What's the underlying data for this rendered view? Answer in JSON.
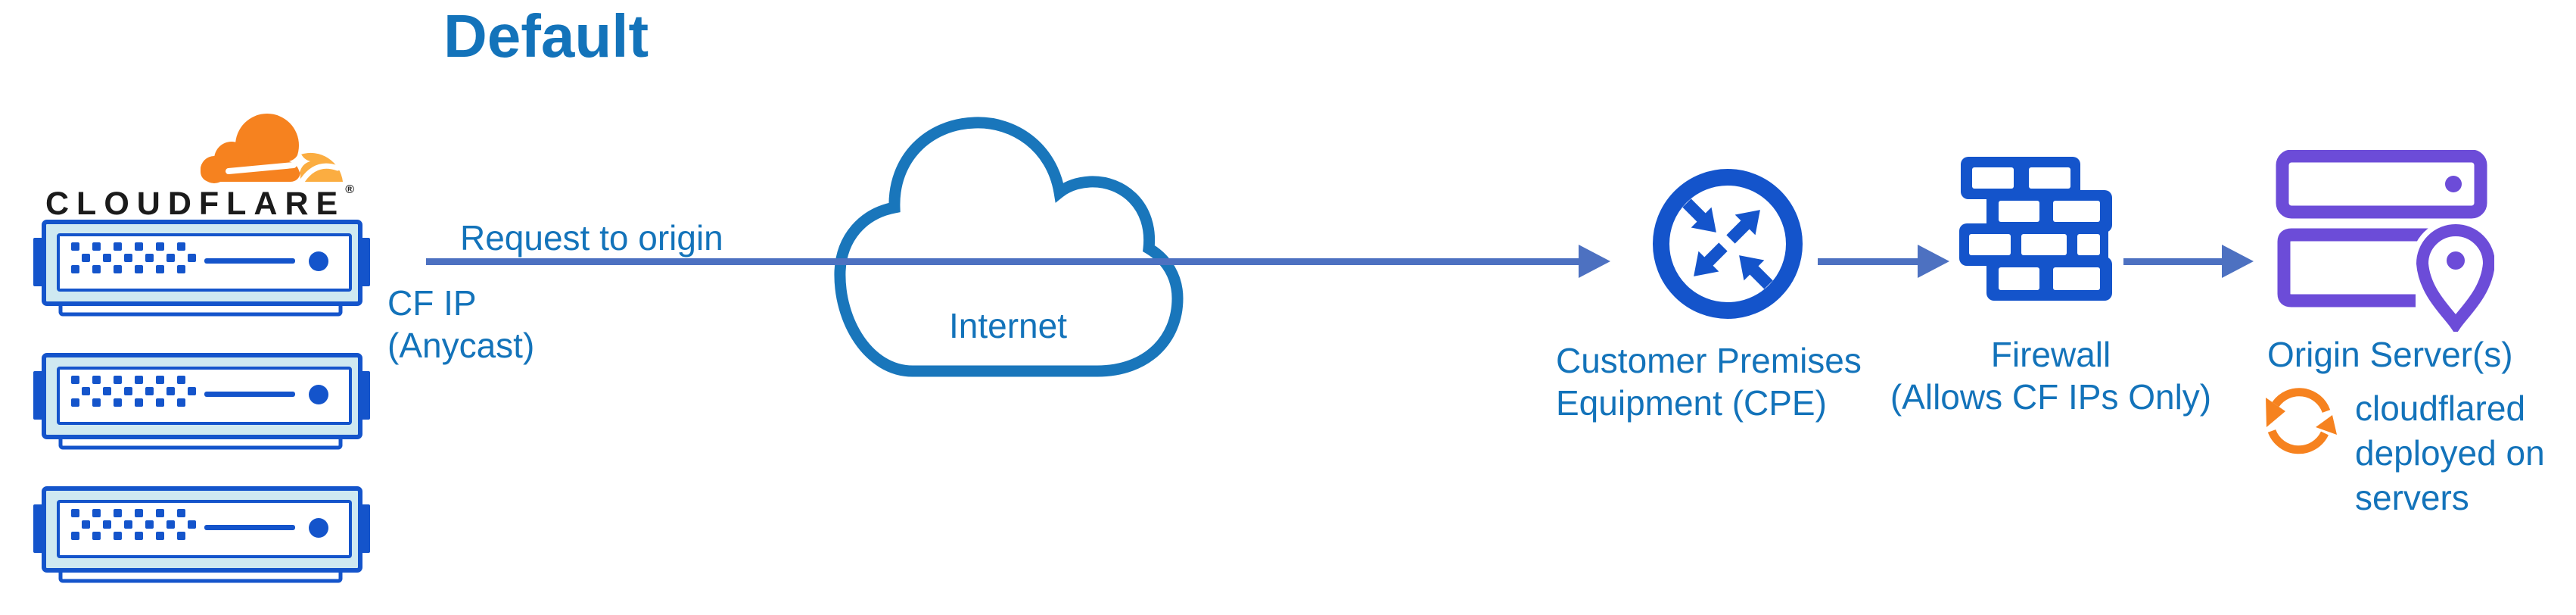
{
  "title": "Default",
  "logo": {
    "brand": "CLOUDFLARE",
    "reg": "®"
  },
  "flow": {
    "request_label": "Request to origin",
    "cf_ip": {
      "line1": "CF IP",
      "line2": "(Anycast)"
    }
  },
  "internet": {
    "label": "Internet"
  },
  "cpe": {
    "line1": "Customer Premises",
    "line2": "Equipment (CPE)"
  },
  "firewall": {
    "line1": "Firewall",
    "line2": "(Allows CF IPs Only)"
  },
  "origin": {
    "label": "Origin Server(s)"
  },
  "cloudflared": {
    "line1": "cloudflared",
    "line2": "deployed on",
    "line3": "servers"
  },
  "icons": [
    "cloudflare-logo-cloud-icon",
    "edge-server-icon",
    "internet-cloud-icon",
    "cpe-router-icon",
    "firewall-icon",
    "origin-servers-icon",
    "location-pin-icon",
    "sync-icon"
  ],
  "colors": {
    "label": "#1373BA",
    "icon_blue": "#1454CB",
    "arrow": "#4D71C1",
    "cloud_stroke": "#1976BB",
    "purple": "#6C4CD8",
    "orange": "#F6821F",
    "orange_light": "#FBAD41",
    "wordmark": "#1B1B1B",
    "server_band": "#CFE9F1",
    "background": "#FFFFFF"
  }
}
